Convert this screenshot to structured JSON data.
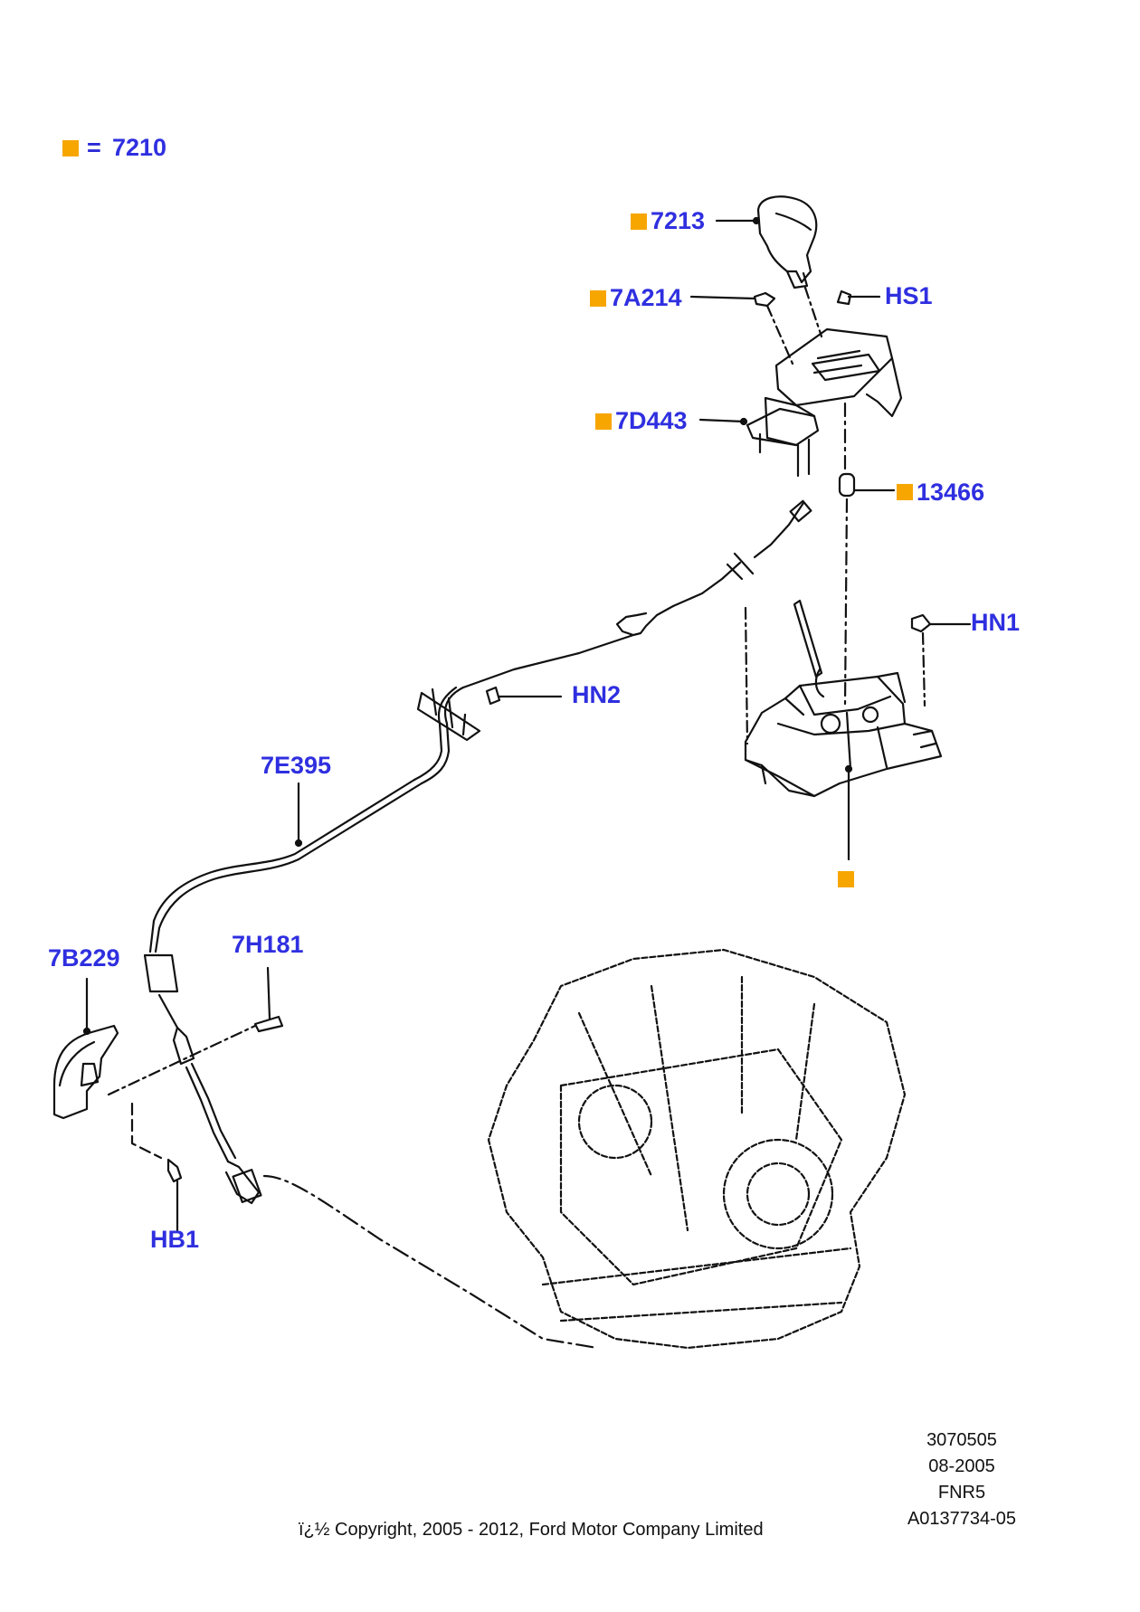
{
  "colors": {
    "callout": "#2f2fe0",
    "marker": "#f7a600",
    "line": "#111111"
  },
  "legend": {
    "symbol": "=",
    "value": "7210"
  },
  "callouts": {
    "c7213": "7213",
    "cHS1": "HS1",
    "c7A214": "7A214",
    "c7D443": "7D443",
    "c13466": "13466",
    "cHN1": "HN1",
    "cHN2": "HN2",
    "c7E395": "7E395",
    "c7H181": "7H181",
    "c7B229": "7B229",
    "cHB1": "HB1"
  },
  "meta": [
    "3070505",
    "08-2005",
    "FNR5",
    "A0137734-05"
  ],
  "copyright": "ï¿½ Copyright, 2005 - 2012, Ford Motor Company Limited"
}
